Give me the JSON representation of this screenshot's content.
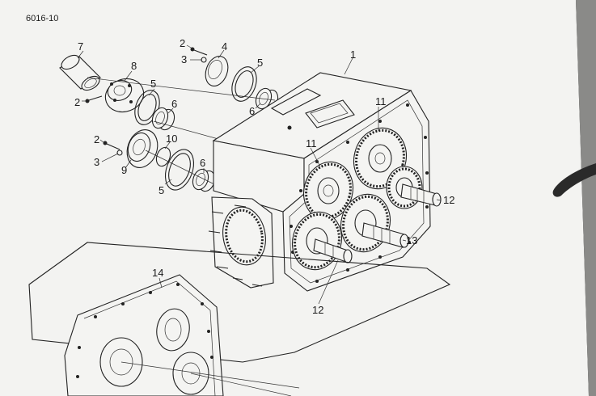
{
  "page_code": "6016-10",
  "callouts": {
    "c1": "1",
    "c2a": "2",
    "c2b": "2",
    "c2c": "2",
    "c3a": "3",
    "c3b": "3",
    "c4": "4",
    "c5a": "5",
    "c5b": "5",
    "c5c": "5",
    "c6a": "6",
    "c6b": "6",
    "c6c": "6",
    "c7": "7",
    "c8": "8",
    "c9": "9",
    "c10": "10",
    "c11a": "11",
    "c11b": "11",
    "c12a": "12",
    "c12b": "12",
    "c13": "13",
    "c14": "14"
  },
  "colors": {
    "paper": "#f3f3f1",
    "ink": "#1c1c1c",
    "background": "#3a3a3a"
  }
}
